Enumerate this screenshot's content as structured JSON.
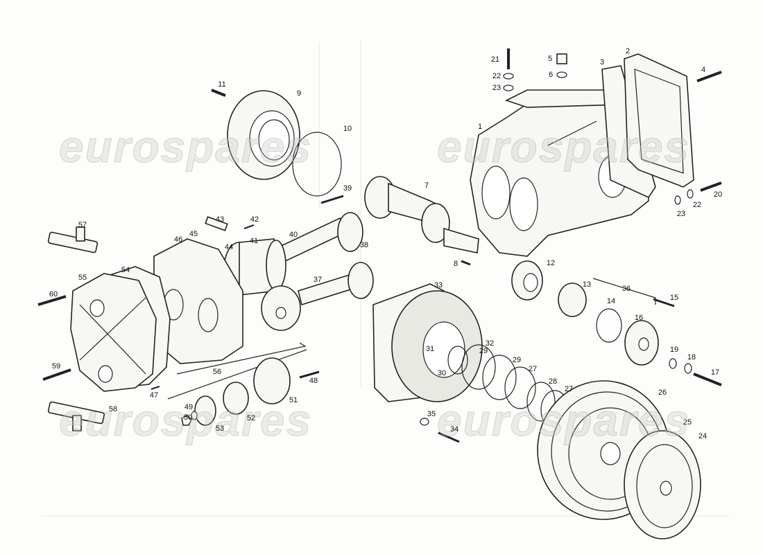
{
  "diagram": {
    "watermark": "eurospares",
    "callouts": [
      "21",
      "5",
      "2",
      "3",
      "4",
      "22",
      "6",
      "23",
      "11",
      "9",
      "10",
      "1",
      "7",
      "39",
      "42",
      "43",
      "57",
      "45",
      "46",
      "40",
      "44",
      "41",
      "38",
      "8",
      "12",
      "54",
      "55",
      "60",
      "37",
      "33",
      "13",
      "36",
      "15",
      "14",
      "16",
      "31",
      "32",
      "29",
      "29",
      "30",
      "27",
      "19",
      "18",
      "17",
      "28",
      "27",
      "26",
      "59",
      "56",
      "48",
      "47",
      "58",
      "49",
      "51",
      "52",
      "50",
      "53",
      "35",
      "34",
      "25",
      "24",
      "20",
      "22",
      "23"
    ]
  }
}
